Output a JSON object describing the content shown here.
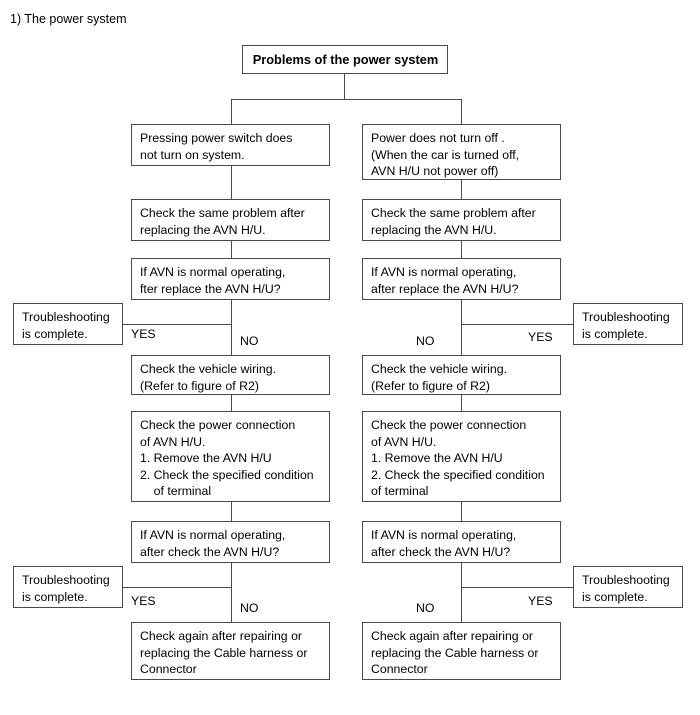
{
  "page": {
    "heading": "1) The power system",
    "stroke_color": "#4a4a4a",
    "background_color": "#ffffff",
    "text_color": "#000000"
  },
  "diagram": {
    "type": "flowchart",
    "title_node": {
      "label": "Problems of the power system"
    },
    "branches": [
      {
        "name": "left-branch",
        "symptom": "Pressing power switch does\nnot turn on system.",
        "step_replace": "Check the same problem after\nreplacing the AVN H/U.",
        "decision_replace": "If AVN is normal operating,\nfter replace the AVN H/U?",
        "decision_replace_yes_label": "YES",
        "decision_replace_no_label": "NO",
        "yes_outcome": "Troubleshooting\nis complete.",
        "step_wiring": "Check the vehicle wiring.\n(Refer to figure of R2)",
        "step_power_connection": "Check the power connection\nof AVN H/U.\n1. Remove the AVN H/U\n2. Check the specified condition\n    of terminal",
        "decision_check": "If AVN is normal operating,\nafter check the AVN H/U?",
        "decision_check_yes_label": "YES",
        "decision_check_no_label": "NO",
        "yes_outcome_2": "Troubleshooting\nis complete.",
        "final_step": "Check again after repairing or\nreplacing the Cable harness or\nConnector"
      },
      {
        "name": "right-branch",
        "symptom": "Power does not turn off .\n(When the car is turned off,\nAVN H/U not power off)",
        "step_replace": "Check the same problem after\nreplacing the AVN H/U.",
        "decision_replace": "If AVN is normal operating,\nafter replace the AVN H/U?",
        "decision_replace_yes_label": "YES",
        "decision_replace_no_label": "NO",
        "yes_outcome": "Troubleshooting\nis complete.",
        "step_wiring": "Check the vehicle wiring.\n(Refer to figure of R2)",
        "step_power_connection": "Check the power connection\nof AVN H/U.\n1. Remove the AVN H/U\n2. Check the specified condition\nof terminal",
        "decision_check": "If AVN is normal operating,\nafter check the AVN H/U?",
        "decision_check_yes_label": "YES",
        "decision_check_no_label": "NO",
        "yes_outcome_2": "Troubleshooting\nis complete.",
        "final_step": "Check again after repairing or\nreplacing the Cable harness or\nConnector"
      }
    ]
  }
}
